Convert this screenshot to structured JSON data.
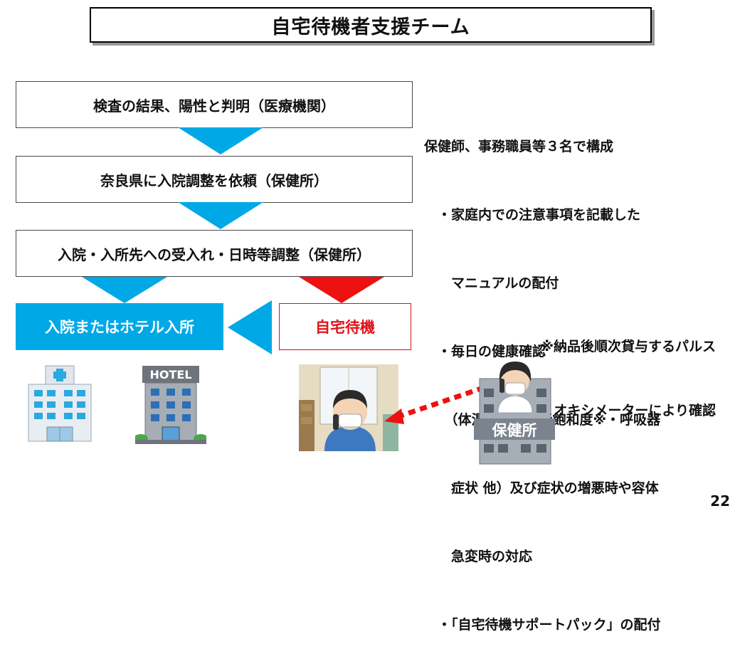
{
  "title": "自宅待機者支援チーム",
  "steps": [
    "検査の結果、陽性と判明（医療機関）",
    "奈良県に入院調整を依頼（保健所）",
    "入院・入所先への受入れ・日時等調整（保健所）"
  ],
  "hospital_box": "入院またはホテル入所",
  "home_box": "自宅待機",
  "team_lines": [
    "保健師、事務職員等３名で構成",
    "　・家庭内での注意事項を記載した",
    "　　マニュアルの配付",
    "　・毎日の健康確認",
    "　　（体温・血中酸素飽和度※・呼吸器",
    "　　症状 他）及び症状の増悪時や容体",
    "　　急変時の対応",
    "　・「自宅待機サポートパック」の配付"
  ],
  "note_lines": [
    "※納品後順次貸与するパルス",
    "オキシメーターにより確認"
  ],
  "hotel_sign": "HOTEL",
  "health_center_sign": "保健所",
  "page_number": "22",
  "colors": {
    "blue": "#00a8e6",
    "red": "#e0141a",
    "arrow_red": "#ee1111"
  },
  "icons": [
    "hospital-icon",
    "hotel-icon",
    "person-at-home-icon",
    "health-center-icon",
    "dotted-double-arrow-icon"
  ]
}
